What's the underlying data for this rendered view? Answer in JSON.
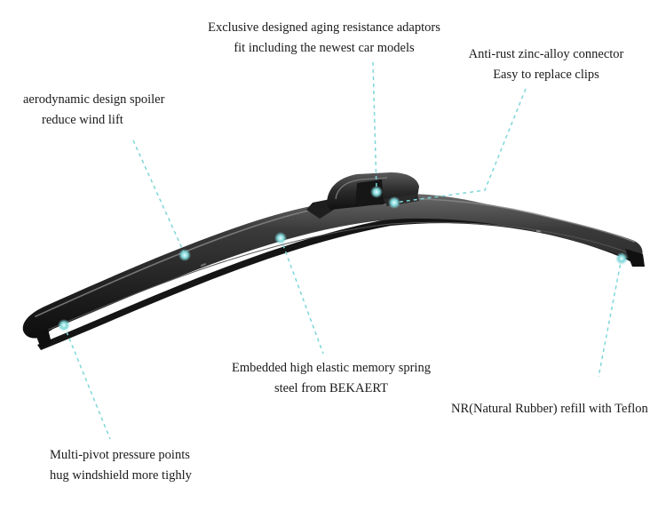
{
  "callouts": {
    "adaptors": {
      "line1": "Exclusive designed aging resistance adaptors",
      "line2": "fit including the newest car models"
    },
    "connector": {
      "line1": "Anti-rust zinc-alloy connector",
      "line2": "Easy to replace clips"
    },
    "spoiler": {
      "line1": "aerodynamic design spoiler",
      "line2": "reduce wind lift"
    },
    "spring": {
      "line1": "Embedded high elastic memory spring",
      "line2": "steel from BEKAERT"
    },
    "refill": {
      "line1": "NR(Natural Rubber) refill with Teflon"
    },
    "pivot": {
      "line1": "Multi-pivot pressure points",
      "line2": "hug windshield more tighly"
    }
  },
  "colors": {
    "leader": "#7fd6d9",
    "blade_dark": "#1c1c1c",
    "blade_mid": "#3a3a3a",
    "highlight": "#8a8a8a"
  }
}
